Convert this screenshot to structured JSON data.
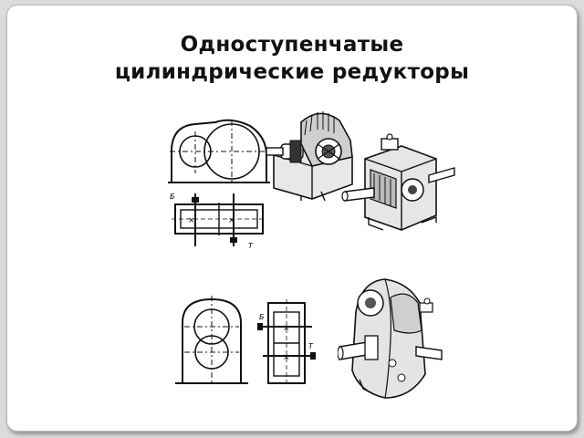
{
  "slide": {
    "title_line1": "Одноступенчатые",
    "title_line2": "цилиндрические редукторы"
  },
  "figures": {
    "top_plan": {
      "label_b": "Б",
      "label_t": "Т"
    },
    "bottom_plan": {
      "label_b": "Б",
      "label_t": "Т"
    }
  }
}
